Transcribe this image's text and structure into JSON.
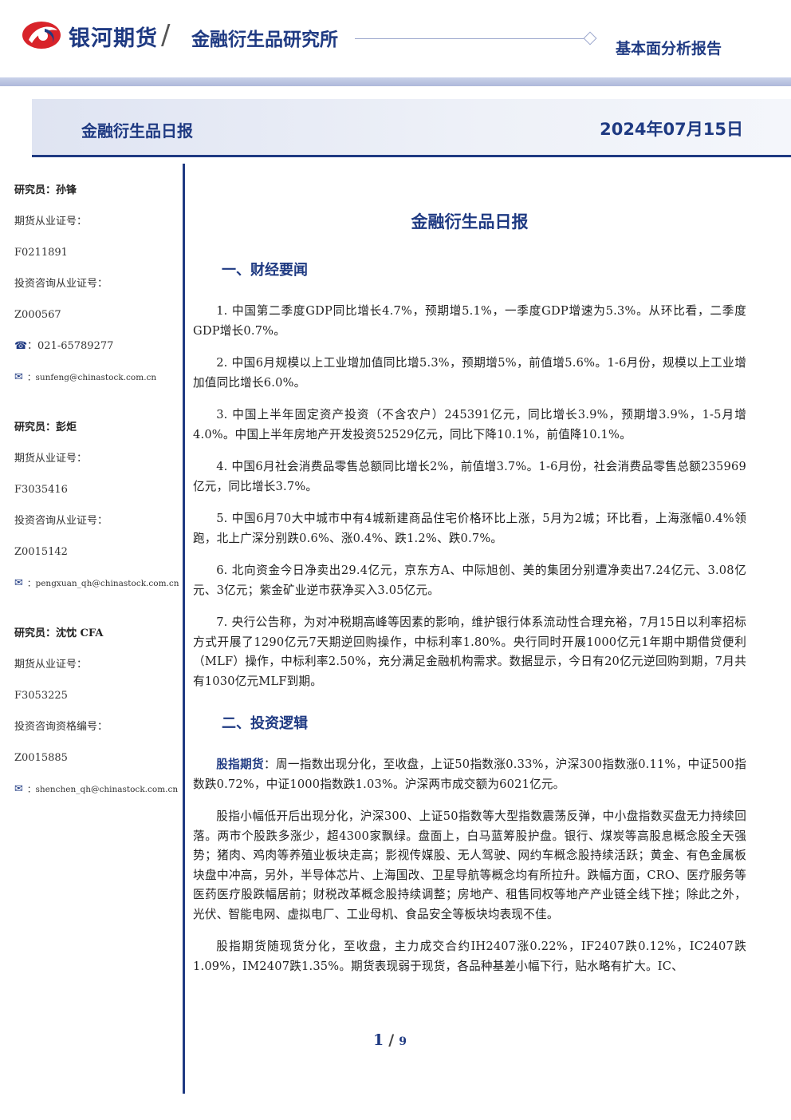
{
  "header": {
    "brand": "银河期货",
    "institute": "金融衍生品研究所",
    "report_type": "基本面分析报告"
  },
  "titlebar": {
    "left": "金融衍生品日报",
    "date": "2024年07月15日"
  },
  "researchers": [
    {
      "name": "研究员：孙锋",
      "license_label": "期货从业证号：",
      "license": "F0211891",
      "consult_label": "投资咨询从业证号：",
      "consult": "Z000567",
      "phone": "021-65789277",
      "email": "sunfeng@chinastock.com.cn"
    },
    {
      "name": "研究员：彭炬",
      "license_label": "期货从业证号：",
      "license": "F3035416",
      "consult_label": "投资咨询从业证号：",
      "consult": "Z0015142",
      "email": "pengxuan_qh@chinastock.com.cn"
    },
    {
      "name": "研究员：沈忱  CFA",
      "license_label": "期货从业证号：",
      "license": "F3053225",
      "consult_label": "投资咨询资格编号：",
      "consult": "Z0015885",
      "email": "shenchen_qh@chinastock.com.cn"
    }
  ],
  "doc": {
    "title": "金融衍生品日报",
    "section1": "一、财经要闻",
    "news": [
      "1. 中国第二季度GDP同比增长4.7%，预期增5.1%，一季度GDP增速为5.3%。从环比看，二季度GDP增长0.7%。",
      "2. 中国6月规模以上工业增加值同比增5.3%，预期增5%，前值增5.6%。1-6月份，规模以上工业增加值同比增长6.0%。",
      "3. 中国上半年固定资产投资（不含农户）245391亿元，同比增长3.9%，预期增3.9%，1-5月增4.0%。中国上半年房地产开发投资52529亿元，同比下降10.1%，前值降10.1%。",
      "4. 中国6月社会消费品零售总额同比增长2%，前值增3.7%。1-6月份，社会消费品零售总额235969亿元，同比增长3.7%。",
      "5. 中国6月70大中城市中有4城新建商品住宅价格环比上涨，5月为2城；环比看，上海涨幅0.4%领跑，北上广深分别跌0.6%、涨0.4%、跌1.2%、跌0.7%。",
      "6. 北向资金今日净卖出29.4亿元，京东方A、中际旭创、美的集团分别遭净卖出7.24亿元、3.08亿元、3亿元；紫金矿业逆市获净买入3.05亿元。",
      "7. 央行公告称，为对冲税期高峰等因素的影响，维护银行体系流动性合理充裕，7月15日以利率招标方式开展了1290亿元7天期逆回购操作，中标利率1.80%。央行同时开展1000亿元1年期中期借贷便利（MLF）操作，中标利率2.50%，充分满足金融机构需求。数据显示，今日有20亿元逆回购到期，7月共有1030亿元MLF到期。"
    ],
    "section2": "二、投资逻辑",
    "logic_label": "股指期货",
    "logic_p1_rest": "：周一指数出现分化，至收盘，上证50指数涨0.33%，沪深300指数涨0.11%，中证500指数跌0.72%，中证1000指数跌1.03%。沪深两市成交额为6021亿元。",
    "logic_p2": "股指小幅低开后出现分化，沪深300、上证50指数等大型指数震荡反弹，中小盘指数买盘无力持续回落。两市个股跌多涨少，超4300家飘绿。盘面上，白马蓝筹股护盘。银行、煤炭等高股息概念股全天强势；猪肉、鸡肉等养殖业板块走高；影视传媒股、无人驾驶、网约车概念股持续活跃；黄金、有色金属板块盘中冲高，另外，半导体芯片、上海国改、卫星导航等概念均有所拉升。跌幅方面，CRO、医疗服务等医药医疗股跌幅居前；财税改革概念股持续调整；房地产、租售同权等地产产业链全线下挫；除此之外，光伏、智能电网、虚拟电厂、工业母机、食品安全等板块均表现不佳。",
    "logic_p3": "股指期货随现货分化，至收盘，主力成交合约IH2407涨0.22%，IF2407跌0.12%，IC2407跌1.09%，IM2407跌1.35%。期货表现弱于现货，各品种基差小幅下行，贴水略有扩大。IC、"
  },
  "pager": {
    "current": "1",
    "sep": "/",
    "total": "9"
  },
  "colors": {
    "brand": "#1f3a82",
    "logo_red": "#d8232a"
  }
}
